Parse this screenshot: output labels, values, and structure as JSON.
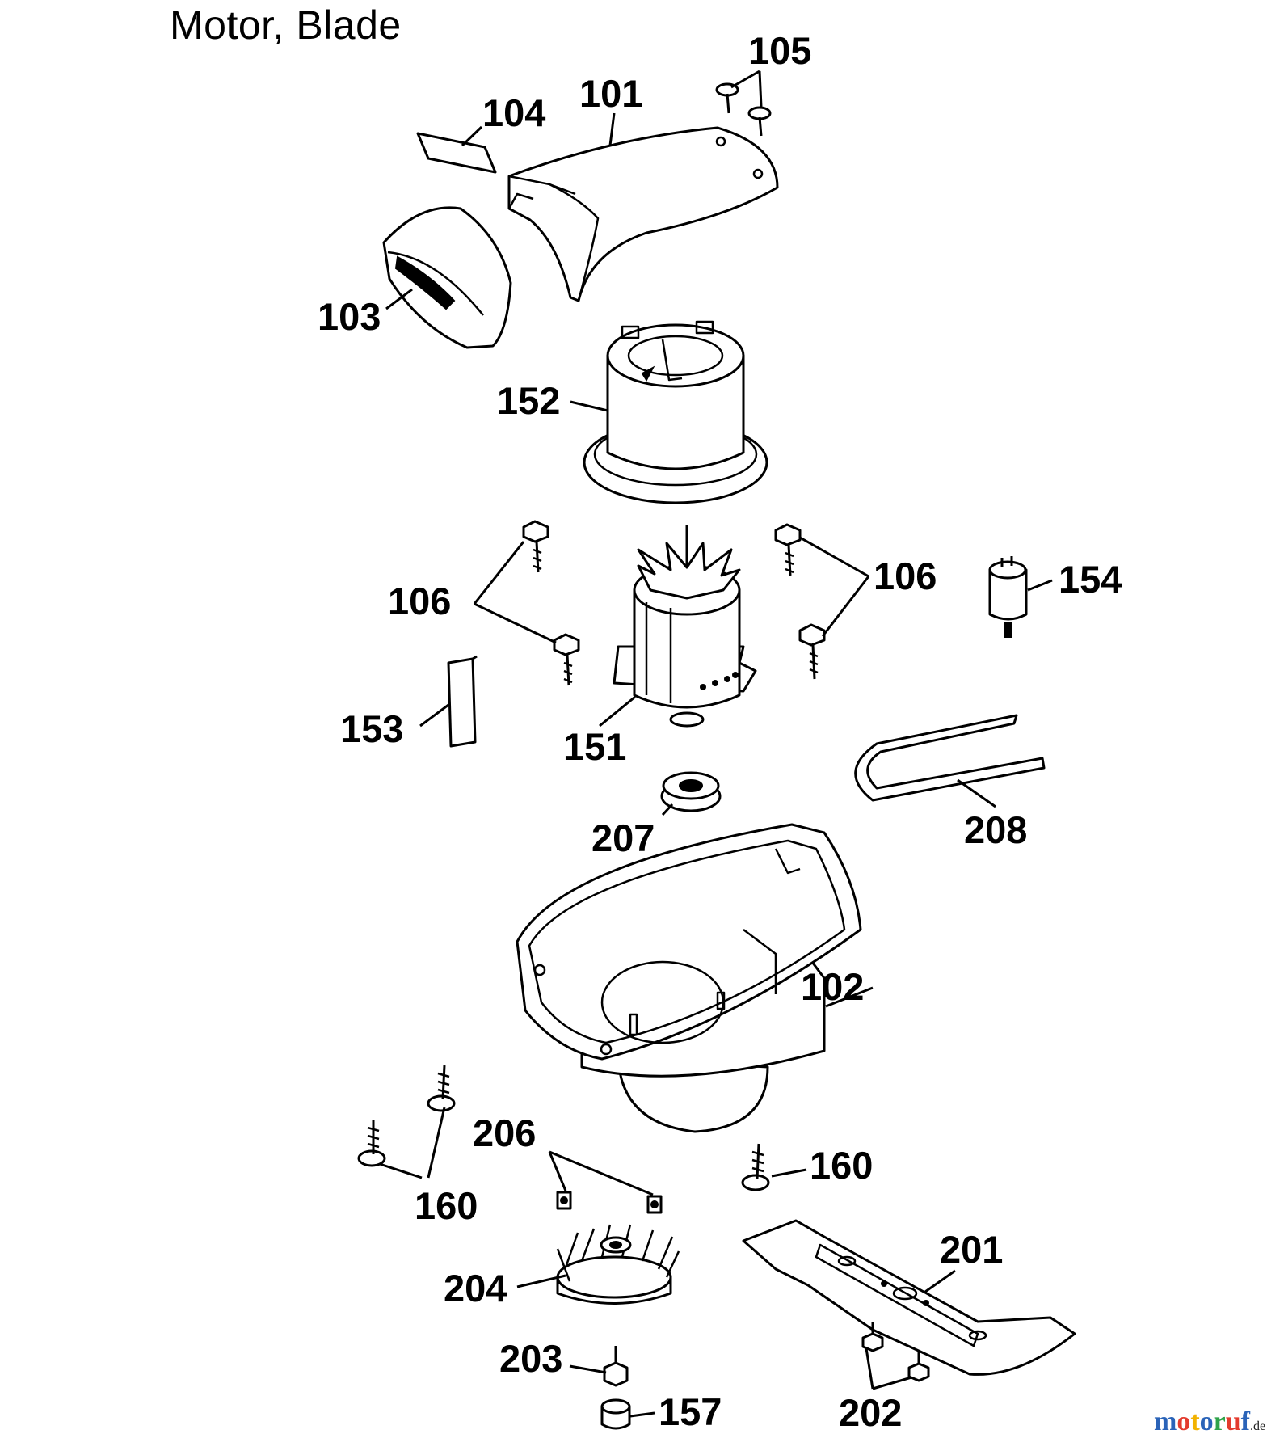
{
  "title": "Motor, Blade",
  "callouts": {
    "c101": "101",
    "c102": "102",
    "c103": "103",
    "c104": "104",
    "c105": "105",
    "c106a": "106",
    "c106b": "106",
    "c151": "151",
    "c152": "152",
    "c153": "153",
    "c154": "154",
    "c157": "157",
    "c160a": "160",
    "c160b": "160",
    "c201": "201",
    "c202": "202",
    "c203": "203",
    "c204": "204",
    "c206": "206",
    "c207": "207",
    "c208": "208"
  },
  "watermark": {
    "letters": [
      "m",
      "o",
      "t",
      "o",
      "r",
      "u",
      "f"
    ],
    "colors": [
      "#2a63b8",
      "#e33b2e",
      "#f2b200",
      "#2a63b8",
      "#2fa34a",
      "#e33b2e",
      "#2a63b8"
    ],
    "suffix": ".de"
  }
}
